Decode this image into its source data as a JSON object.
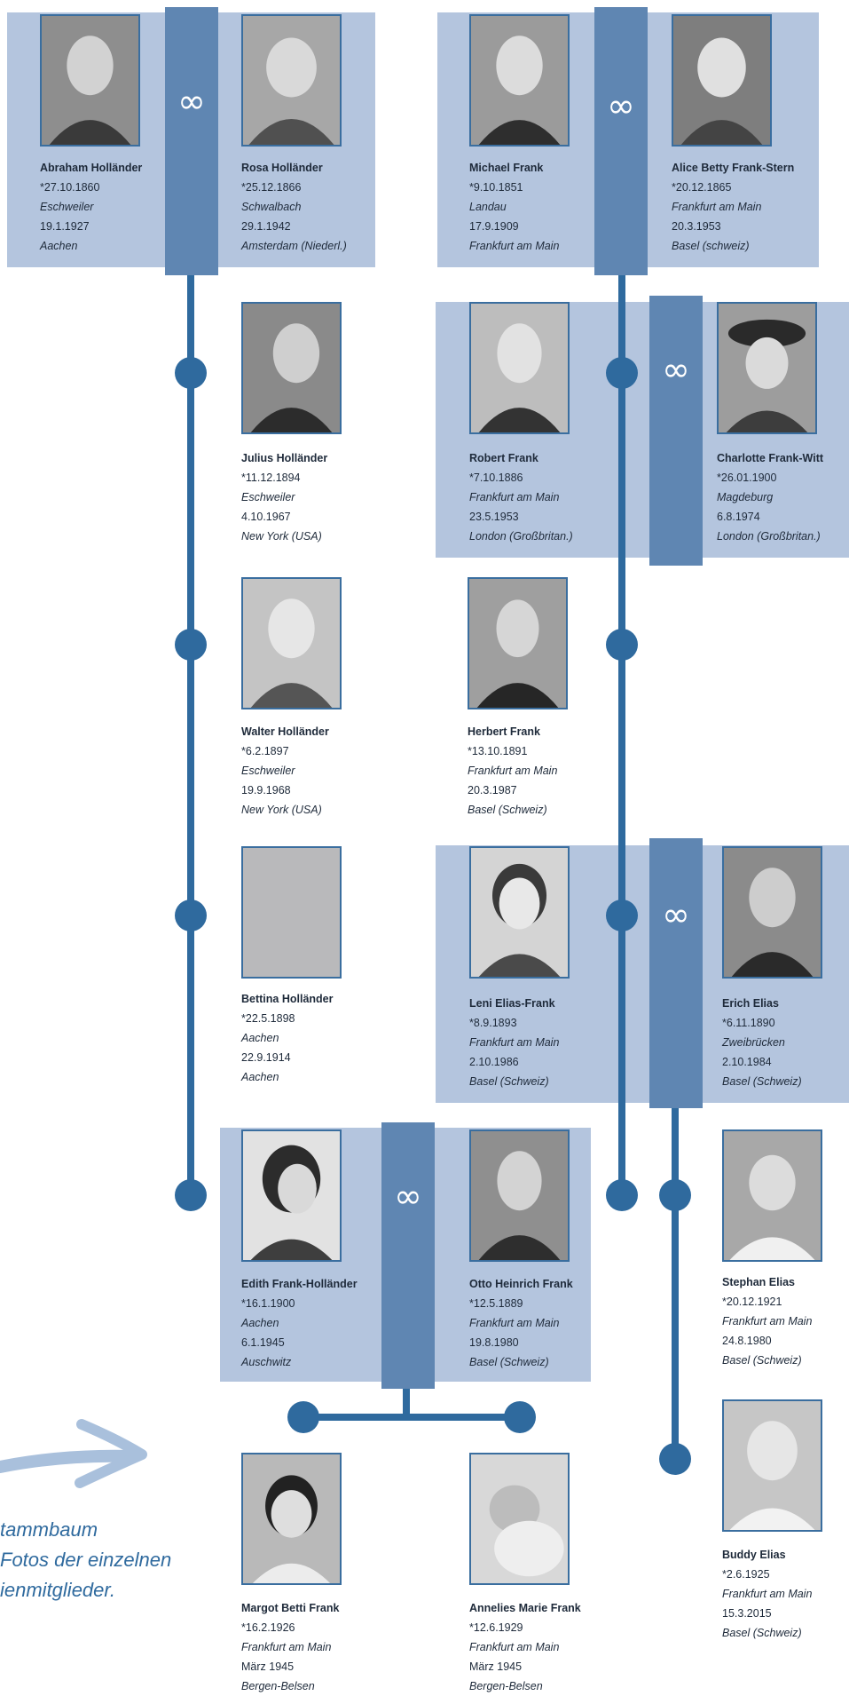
{
  "marriage_symbol": "∞",
  "caption_lines": [
    "tammbaum",
    "Fotos der einzelnen",
    "ienmitglieder."
  ],
  "colors": {
    "panel": "#b4c5de",
    "marriage_bar": "#5f86b2",
    "line": "#2f6a9e",
    "text": "#1e2a3a"
  },
  "people": {
    "abraham": {
      "name": "Abraham Holländer",
      "born": "*27.10.1860",
      "born_place": "Eschweiler",
      "died": "19.1.1927",
      "died_place": "Aachen"
    },
    "rosa": {
      "name": "Rosa Holländer",
      "born": "*25.12.1866",
      "born_place": "Schwalbach",
      "died": "29.1.1942",
      "died_place": "Amsterdam (Niederl.)"
    },
    "michael": {
      "name": "Michael Frank",
      "born": "*9.10.1851",
      "born_place": "Landau",
      "died": "17.9.1909",
      "died_place": "Frankfurt am Main"
    },
    "alice": {
      "name": "Alice Betty Frank-Stern",
      "born": "*20.12.1865",
      "born_place": "Frankfurt am Main",
      "died": "20.3.1953",
      "died_place": "Basel (schweiz)"
    },
    "julius": {
      "name": "Julius Holländer",
      "born": "*11.12.1894",
      "born_place": "Eschweiler",
      "died": "4.10.1967",
      "died_place": "New York (USA)"
    },
    "robert": {
      "name": "Robert Frank",
      "born": "*7.10.1886",
      "born_place": "Frankfurt am Main",
      "died": "23.5.1953",
      "died_place": "London (Großbritan.)"
    },
    "charlotte": {
      "name": "Charlotte Frank-Witt",
      "born": "*26.01.1900",
      "born_place": "Magdeburg",
      "died": "6.8.1974",
      "died_place": "London (Großbritan.)"
    },
    "walter": {
      "name": "Walter Holländer",
      "born": "*6.2.1897",
      "born_place": "Eschweiler",
      "died": "19.9.1968",
      "died_place": "New York (USA)"
    },
    "herbert": {
      "name": "Herbert Frank",
      "born": "*13.10.1891",
      "born_place": "Frankfurt am Main",
      "died": "20.3.1987",
      "died_place": "Basel (Schweiz)"
    },
    "bettina": {
      "name": "Bettina Holländer",
      "born": "*22.5.1898",
      "born_place": "Aachen",
      "died": "22.9.1914",
      "died_place": "Aachen"
    },
    "leni": {
      "name": "Leni Elias-Frank",
      "born": "*8.9.1893",
      "born_place": "Frankfurt am Main",
      "died": "2.10.1986",
      "died_place": "Basel (Schweiz)"
    },
    "erich": {
      "name": "Erich Elias",
      "born": "*6.11.1890",
      "born_place": "Zweibrücken",
      "died": "2.10.1984",
      "died_place": "Basel (Schweiz)"
    },
    "edith": {
      "name": "Edith Frank-Holländer",
      "born": "*16.1.1900",
      "born_place": "Aachen",
      "died": "6.1.1945",
      "died_place": "Auschwitz"
    },
    "otto": {
      "name": "Otto Heinrich Frank",
      "born": "*12.5.1889",
      "born_place": "Frankfurt am Main",
      "died": "19.8.1980",
      "died_place": "Basel (Schweiz)"
    },
    "stephan": {
      "name": "Stephan Elias",
      "born": "*20.12.1921",
      "born_place": "Frankfurt am Main",
      "died": "24.8.1980",
      "died_place": "Basel (Schweiz)"
    },
    "margot": {
      "name": "Margot Betti Frank",
      "born": "*16.2.1926",
      "born_place": "Frankfurt am Main",
      "died": "März 1945",
      "died_place": "Bergen-Belsen"
    },
    "annelies": {
      "name": "Annelies Marie Frank",
      "born": "*12.6.1929",
      "born_place": "Frankfurt am Main",
      "died": "März 1945",
      "died_place": "Bergen-Belsen"
    },
    "buddy": {
      "name": "Buddy Elias",
      "born": "*2.6.1925",
      "born_place": "Frankfurt am Main",
      "died": "15.3.2015",
      "died_place": "Basel (Schweiz)"
    }
  }
}
